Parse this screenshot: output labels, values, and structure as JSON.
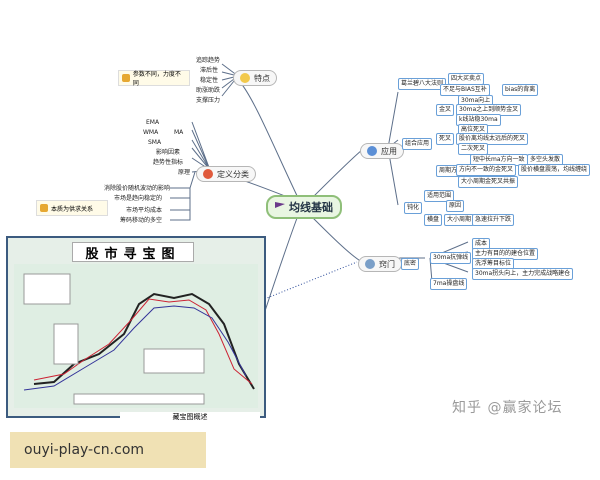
{
  "root": {
    "label": "均线基础"
  },
  "branches": {
    "features": {
      "label": "特点",
      "items": [
        "追踪趋势",
        "滞后性",
        "稳定性",
        "助涨助跌",
        "支撑压力"
      ],
      "note": "参数不同，力度不同"
    },
    "definition": {
      "label": "定义分类",
      "items": [
        "EMA",
        "WMA",
        "SMA",
        "影响因素",
        "趋势性指标",
        "原理"
      ],
      "extra": "MA",
      "subitems": [
        "消除股价随机波动的影响",
        "市场是趋向稳定的",
        "市场平均成本",
        "筹码移动的多空"
      ],
      "note": "本质为供求关系"
    },
    "application": {
      "label": "应用",
      "granville": {
        "label": "葛兰碧八大法则",
        "items": [
          "四大买卖点",
          "不足与BIAS互补",
          "bias的背离"
        ]
      },
      "combo": {
        "label": "组合应用",
        "golden": "金叉",
        "golden_items": [
          "30ma向上",
          "30ma之上到顺势金叉",
          "k线站稳30ma"
        ],
        "dead": "死叉",
        "dead_items": [
          "高位死叉",
          "股价离均线太远后的死叉",
          "二次死叉"
        ],
        "cycle": "周期方向",
        "cycle_items": [
          "短中长ma方向一致",
          "多空头发散",
          "方向不一致的金死叉",
          "股价横盘震荡，均线缠绕",
          "大小周期金死叉共振"
        ]
      },
      "flexible": {
        "label": "钝化",
        "items": [
          "适用范围",
          "原因",
          "横盘",
          "大小周期",
          "急速拉升下跌"
        ]
      }
    },
    "tricks": {
      "label": "窍门",
      "anchor": "底密",
      "ma30": "30ma抗弹线",
      "ma30_items": [
        "成本",
        "主力有目的的建仓位置",
        "洗浮筹目标位",
        "30ma拐头向上，主力完成战略建仓"
      ],
      "ma7": "7ma操盘线"
    }
  },
  "poster": {
    "title": "股市寻宝图",
    "caption": "藏宝图概述"
  },
  "watermark": "知乎 @赢家论坛",
  "banner": "ouyi-play-cn.com"
}
